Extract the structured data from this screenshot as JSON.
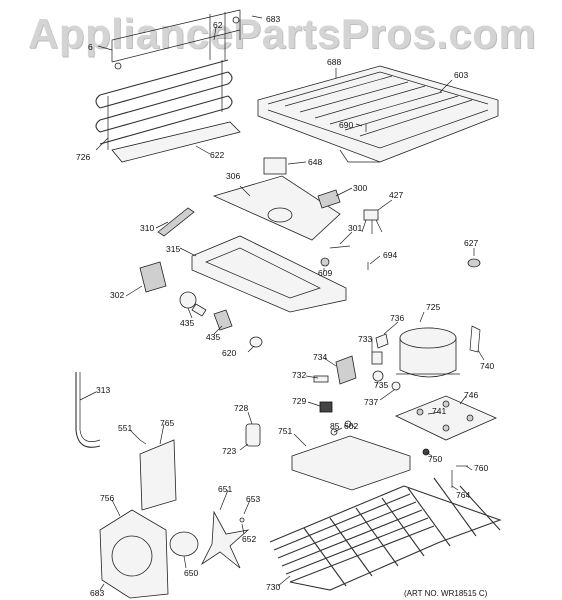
{
  "watermark": "AppliancePartsPros.com",
  "art_number": "(ART NO. WR18515 C)",
  "callouts": {
    "c683a": "683",
    "c62": "62",
    "c6": "6",
    "c688": "688",
    "c603": "603",
    "c690": "690",
    "c726": "726",
    "c622": "622",
    "c648": "648",
    "c306": "306",
    "c300": "300",
    "c427": "427",
    "c310": "310",
    "c301": "301",
    "c627": "627",
    "c315": "315",
    "c694": "694",
    "c609": "609",
    "c302": "302",
    "c725": "725",
    "c435a": "435",
    "c736": "736",
    "c435b": "435",
    "c733": "733",
    "c740": "740",
    "c620": "620",
    "c734": "734",
    "c732": "732",
    "c735": "735",
    "c313": "313",
    "c746": "746",
    "c737": "737",
    "c741": "741",
    "c728": "728",
    "c729": "729",
    "c765": "765",
    "c551": "551",
    "c85": "85",
    "c602": "602",
    "c751": "751",
    "c723": "723",
    "c750": "750",
    "c760": "760",
    "c764": "764",
    "c651": "651",
    "c653": "653",
    "c756": "756",
    "c652": "652",
    "c650": "650",
    "c730": "730",
    "c683b": "683"
  }
}
